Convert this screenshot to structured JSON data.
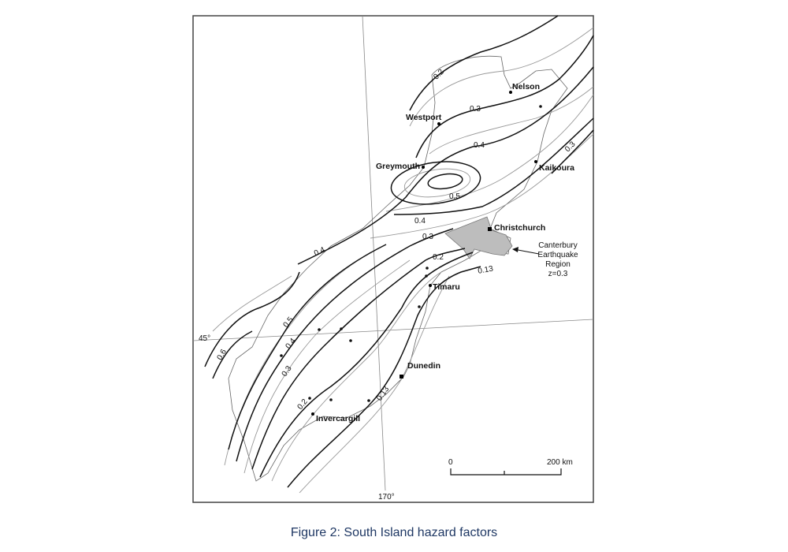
{
  "figure": {
    "caption": "Figure 2: South Island hazard factors",
    "cities": {
      "nelson": "Nelson",
      "westport": "Westport",
      "greymouth": "Greymouth",
      "kaikoura": "Kaikoura",
      "christchurch": "Christchurch",
      "timaru": "Timaru",
      "dunedin": "Dunedin",
      "invercargill": "Invercargill"
    },
    "region_note": [
      "Canterbury",
      "Earthquake",
      "Region",
      "z=0.3"
    ],
    "contour_labels": [
      "0.2",
      "0.3",
      "0.4",
      "0.5",
      "0.3",
      "0.4",
      "0.3",
      "0.4",
      "0.2",
      "0.13",
      "0.5",
      "0.4",
      "0.6",
      "0.3",
      "0.2",
      "0.13"
    ],
    "graticule": {
      "latitude": "45°",
      "longitude": "170°"
    },
    "scale_bar": {
      "start": "0",
      "end": "200 km"
    },
    "colors": {
      "region_fill": "#bdbdbd",
      "caption": "#1f3864"
    }
  }
}
